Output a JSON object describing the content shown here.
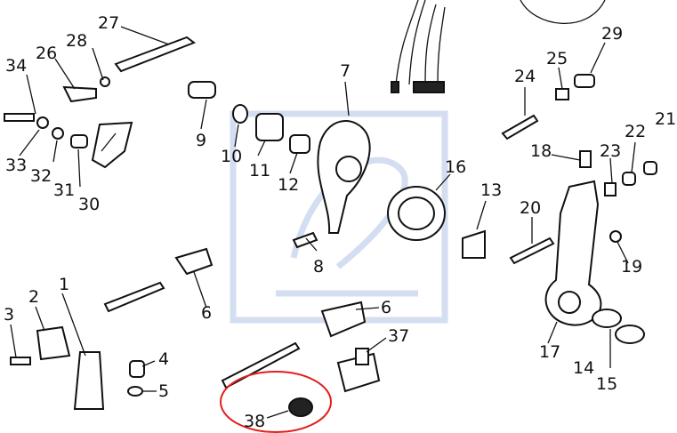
{
  "callouts": [
    "1",
    "2",
    "3",
    "4",
    "5",
    "6",
    "6",
    "7",
    "8",
    "9",
    "10",
    "11",
    "12",
    "13",
    "14",
    "15",
    "16",
    "17",
    "18",
    "19",
    "20",
    "21",
    "22",
    "23",
    "24",
    "25",
    "26",
    "27",
    "28",
    "29",
    "30",
    "31",
    "32",
    "33",
    "34",
    "37",
    "38"
  ],
  "highlight_color": "#e0201c",
  "watermark_color": "#c9d6ee"
}
